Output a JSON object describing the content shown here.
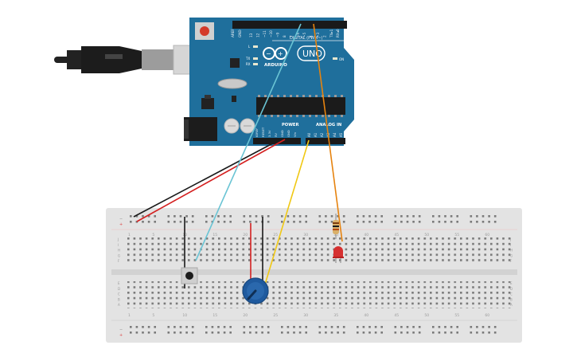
{
  "board": {
    "header_aref": "AREF",
    "header_gnd": "GND",
    "header_nums": [
      "13",
      "12",
      "~11",
      "~10",
      "~9",
      "8",
      "7",
      "~6",
      "~5",
      "4",
      "~3",
      "2",
      "TX▸1",
      "RX◂0"
    ],
    "digital_label": "DIGITAL (PWM~)",
    "brand": "ARDUINO",
    "model": "UNO",
    "led_l": "L",
    "led_tx": "TX",
    "led_rx": "RX",
    "on_label": "ON",
    "power_label": "POWER",
    "analog_label": "ANALOG IN",
    "power_pins": [
      "IOREF",
      "RESET",
      "3.3V",
      "5V",
      "GND",
      "GND",
      "Vin"
    ],
    "analog_pins": [
      "A0",
      "A1",
      "A2",
      "A3",
      "A4",
      "A5"
    ]
  },
  "breadboard": {
    "col_numbers": [
      "1",
      "5",
      "10",
      "15",
      "20",
      "25",
      "30",
      "35",
      "40",
      "45",
      "50",
      "55",
      "60"
    ],
    "row_letters_top": [
      "J",
      "I",
      "H",
      "G",
      "F"
    ],
    "row_letters_bottom": [
      "E",
      "D",
      "C",
      "B",
      "A"
    ],
    "rail_plus": "+",
    "rail_minus": "−"
  },
  "colors": {
    "board": "#1f6f9c",
    "breadboard": "#e3e3e3",
    "wire_red": "#d42020",
    "wire_black": "#1a1a1a",
    "wire_cyan": "#6ac4d4",
    "wire_yellow": "#f0c814",
    "wire_orange": "#e6830f",
    "led": "#d63030",
    "pot": "#1f5a9e"
  }
}
